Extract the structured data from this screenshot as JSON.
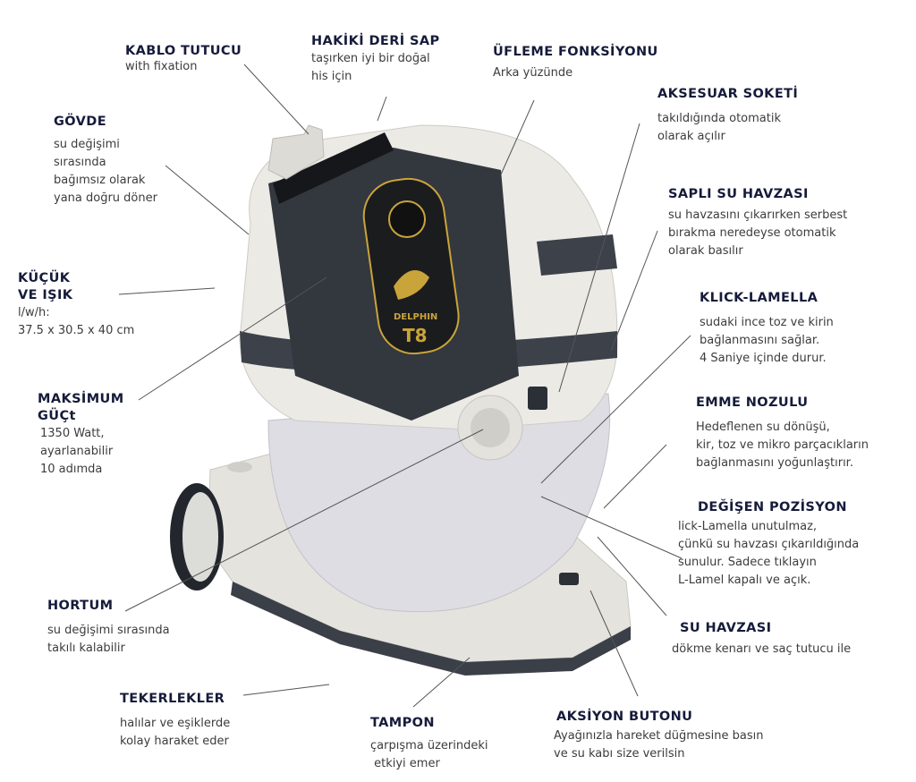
{
  "labels": {
    "kablo": {
      "title": "KABLO TUTUCU",
      "lines": [
        "with fixation"
      ]
    },
    "sap": {
      "title": "HAKİKİ DERİ SAP",
      "lines": [
        "taşırken iyi bir doğal",
        "his için"
      ]
    },
    "ufleme": {
      "title": "ÜFLEME FONKSİYONU",
      "lines": [
        "Arka yüzünde"
      ]
    },
    "aksesuar": {
      "title": "AKSESUAR SOKETİ",
      "lines": [
        "takıldığında otomatik",
        "olarak açılır"
      ]
    },
    "sapli": {
      "title": "SAPLI SU HAVZASI",
      "lines": [
        "su havzasını çıkarırken serbest",
        "bırakma neredeyse otomatik",
        "olarak basılır"
      ]
    },
    "klick": {
      "title": "KLICK-LAMELLA",
      "lines": [
        "sudaki ince toz ve kirin",
        "bağlanmasını sağlar.",
        "4 Saniye içinde durur."
      ]
    },
    "emme": {
      "title": "EMME NOZULU",
      "lines": [
        "Hedeflenen su dönüşü,",
        "kir, toz ve mikro parçacıkların",
        " bağlanmasını yoğunlaştırır."
      ]
    },
    "degisen": {
      "title": "DEĞİŞEN POZİSYON",
      "lines": [
        "lick-Lamella unutulmaz,",
        "çünkü su havzası çıkarıldığında",
        "sunulur. Sadece tıklayın",
        "L-Lamel kapalı ve açık."
      ]
    },
    "suhavzasi": {
      "title": "SU HAVZASI",
      "lines": [
        "dökme kenarı ve saç tutucu ile"
      ]
    },
    "aksiyon": {
      "title": "AKSİYON BUTONU",
      "lines": [
        "Ayağınızla hareket düğmesine basın",
        "ve su kabı size verilsin"
      ]
    },
    "tampon": {
      "title": "TAMPON",
      "lines": [
        "çarpışma üzerindeki",
        " etkiyi emer"
      ]
    },
    "tekerlekler": {
      "title": "TEKERLEKLER",
      "lines": [
        "halılar ve eşiklerde",
        "kolay haraket eder"
      ]
    },
    "hortum": {
      "title": "HORTUM",
      "lines": [
        "su değişimi sırasında",
        "takılı kalabilir"
      ]
    },
    "maksimum": {
      "title": "MAKSİMUM",
      "title2": "GÜÇt",
      "lines": [
        "1350 Watt,",
        "ayarlanabilir",
        "10 adımda"
      ]
    },
    "kucuk": {
      "title": "KÜÇÜK",
      "title2": "VE IŞIK",
      "lines": [
        "l/w/h:",
        "37.5 x 30.5 x 40 cm"
      ]
    },
    "govde": {
      "title": "GÖVDE",
      "lines": [
        "su değişimi",
        "sırasında",
        "bağımsız olarak",
        "yana doğru döner"
      ]
    }
  },
  "product": {
    "brand": "DELPHIN",
    "model": "T8"
  },
  "colors": {
    "heading": "#161b3a",
    "body": "#3c3c3c",
    "leader": "#555555",
    "shell": "#e9e8e3",
    "dark": "#2b2f36",
    "gold": "#c9a43a"
  }
}
